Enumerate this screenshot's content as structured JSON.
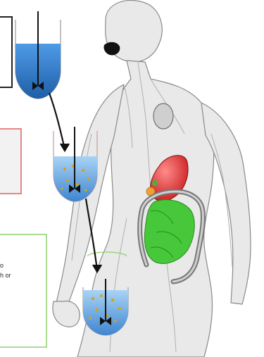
{
  "panels": [
    {
      "name": "stomach-panel",
      "label": "",
      "border_color": "#222222"
    },
    {
      "name": "duodenum-panel",
      "label": "",
      "border_color": "#e06060"
    },
    {
      "name": "colon-panel",
      "label": "",
      "border_color": "#8fd06f"
    }
  ],
  "panel_text": {
    "line1": "o",
    "line2": "h or"
  },
  "colors": {
    "fluid_stomach": "#2f7fd0",
    "fluid_intestine": "#5aa7e8",
    "particles": "#d6a21a",
    "stomach_organ": "#e53c3c",
    "intestine_organ": "#46c83a",
    "body_lines": "#8a8a8a"
  },
  "icons": [
    "stirrer-icon",
    "down-arrow-icon"
  ]
}
